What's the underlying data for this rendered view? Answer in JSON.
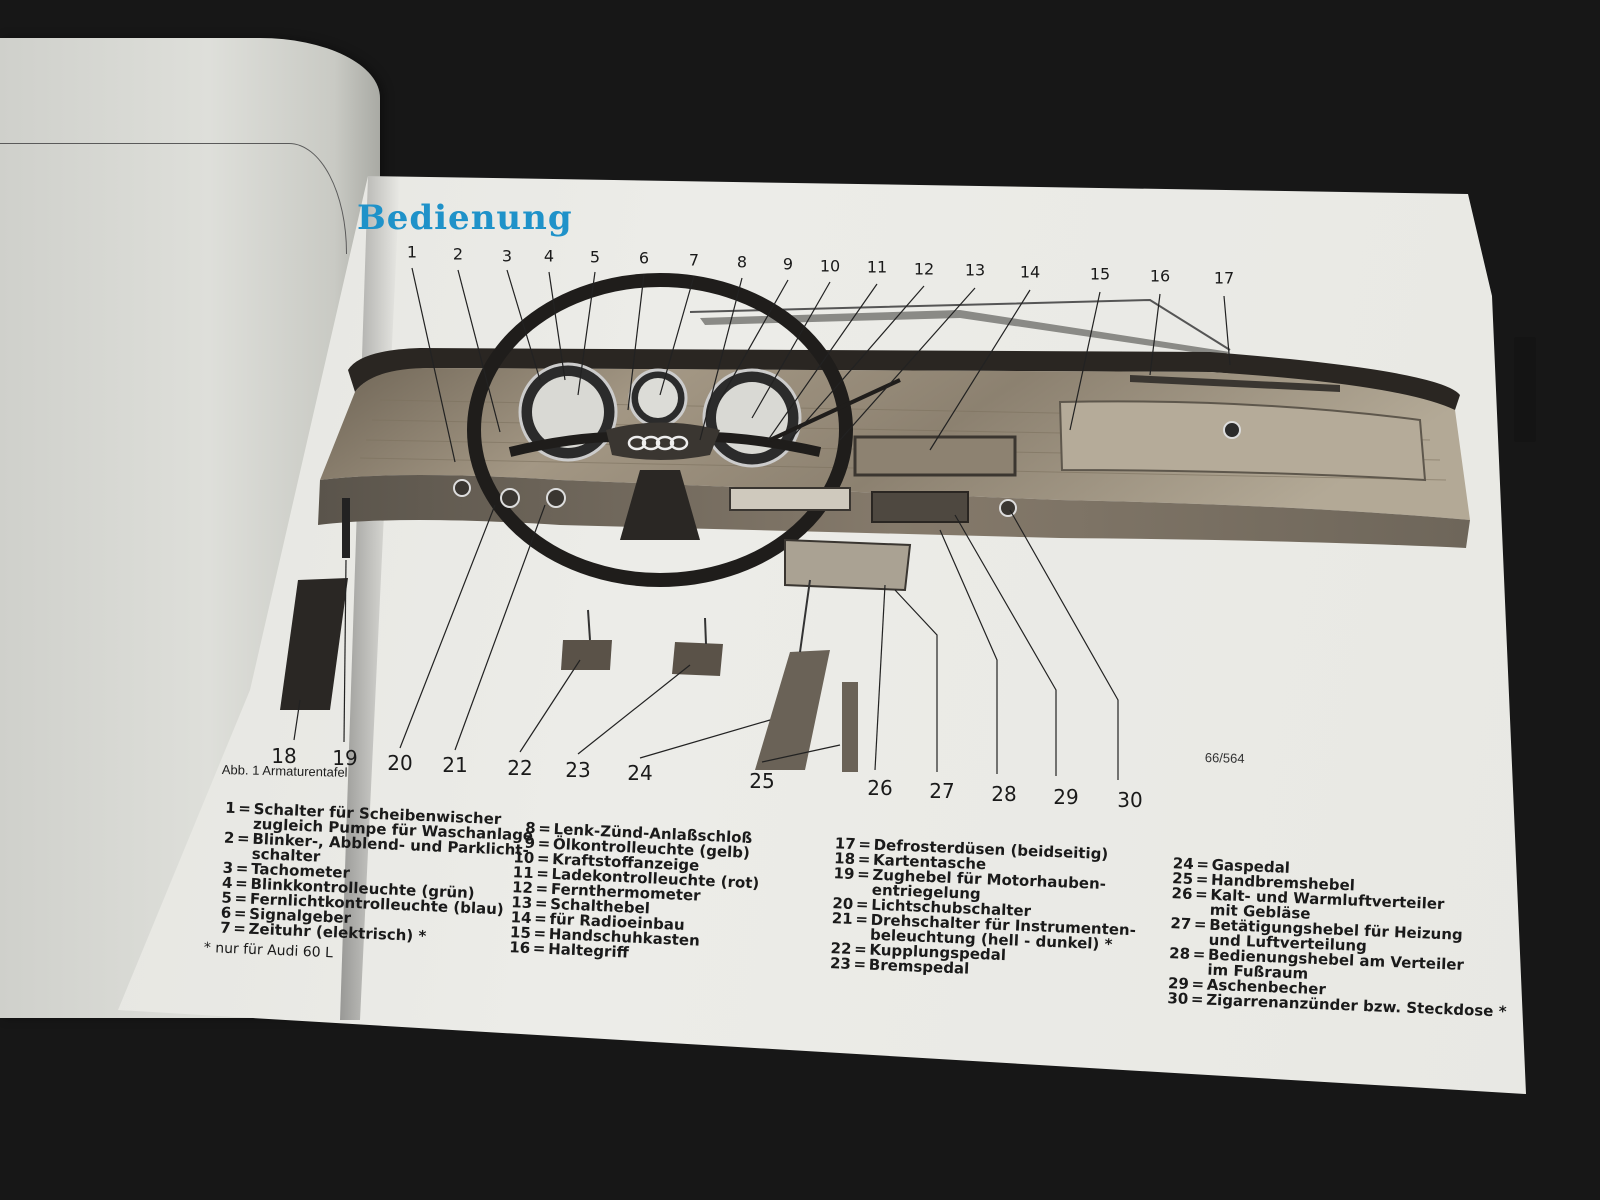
{
  "title": "Bedienung",
  "callout_top": [
    "1",
    "2",
    "3",
    "4",
    "5",
    "6",
    "7",
    "8",
    "9",
    "10",
    "11",
    "12",
    "13",
    "14",
    "15",
    "16",
    "17"
  ],
  "callout_bottom": [
    "18",
    "19",
    "20",
    "21",
    "22",
    "23",
    "24",
    "25",
    "26",
    "27",
    "28",
    "29",
    "30"
  ],
  "caption": "Abb. 1 Armaturentafel",
  "plate_number": "66/564",
  "legend_col1": [
    {
      "n": "1",
      "t": "Schalter für Scheibenwischer"
    },
    {
      "n": "",
      "t": "zugleich Pumpe für Waschanlage"
    },
    {
      "n": "2",
      "t": "Blinker-, Abblend- und Parklicht-"
    },
    {
      "n": "",
      "t": "schalter"
    },
    {
      "n": "3",
      "t": "Tachometer"
    },
    {
      "n": "4",
      "t": "Blinkkontrolleuchte (grün)"
    },
    {
      "n": "5",
      "t": "Fernlichtkontrolleuchte (blau)"
    },
    {
      "n": "6",
      "t": "Signalgeber"
    },
    {
      "n": "7",
      "t": "Zeituhr (elektrisch) *"
    }
  ],
  "footnote": "* nur für Audi 60 L",
  "legend_col2": [
    {
      "n": "8",
      "t": "Lenk-Zünd-Anlaßschloß"
    },
    {
      "n": "9",
      "t": "Ölkontrolleuchte (gelb)"
    },
    {
      "n": "10",
      "t": "Kraftstoffanzeige"
    },
    {
      "n": "11",
      "t": "Ladekontrolleuchte (rot)"
    },
    {
      "n": "12",
      "t": "Fernthermometer"
    },
    {
      "n": "13",
      "t": "Schalthebel"
    },
    {
      "n": "14",
      "t": "für Radioeinbau"
    },
    {
      "n": "15",
      "t": "Handschuhkasten"
    },
    {
      "n": "16",
      "t": "Haltegriff"
    }
  ],
  "legend_col3": [
    {
      "n": "17",
      "t": "Defrosterdüsen (beidseitig)"
    },
    {
      "n": "18",
      "t": "Kartentasche"
    },
    {
      "n": "19",
      "t": "Zughebel für Motorhauben-"
    },
    {
      "n": "",
      "t": "entriegelung"
    },
    {
      "n": "20",
      "t": "Lichtschubschalter"
    },
    {
      "n": "21",
      "t": "Drehschalter für Instrumenten-"
    },
    {
      "n": "",
      "t": "beleuchtung (hell - dunkel) *"
    },
    {
      "n": "22",
      "t": "Kupplungspedal"
    },
    {
      "n": "23",
      "t": "Bremspedal"
    }
  ],
  "legend_col4": [
    {
      "n": "24",
      "t": "Gaspedal"
    },
    {
      "n": "25",
      "t": "Handbremshebel"
    },
    {
      "n": "26",
      "t": "Kalt- und Warmluftverteiler"
    },
    {
      "n": "",
      "t": "mit Gebläse"
    },
    {
      "n": "27",
      "t": "Betätigungshebel für Heizung"
    },
    {
      "n": "",
      "t": "und Luftverteilung"
    },
    {
      "n": "28",
      "t": "Bedienungshebel am Verteiler"
    },
    {
      "n": "",
      "t": "im Fußraum"
    },
    {
      "n": "29",
      "t": "Aschenbecher"
    },
    {
      "n": "30",
      "t": "Zigarrenanzünder bzw. Steckdose *"
    }
  ],
  "colors": {
    "title": "#1f92c9",
    "paper": "#e8e8e3",
    "background": "#171717",
    "wood": "#9a8a72"
  }
}
